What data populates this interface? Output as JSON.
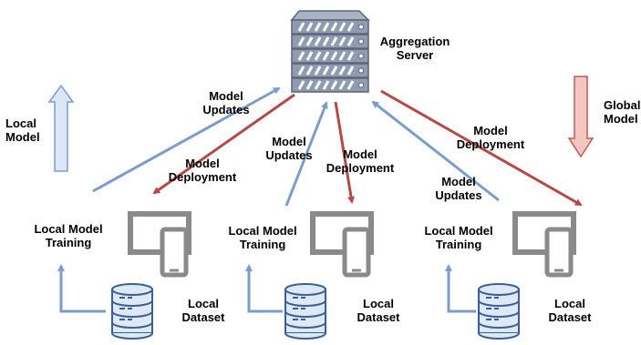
{
  "colors": {
    "upload": "#7b9dcc",
    "deploy": "#b34a44",
    "device": "#8a8a8a",
    "db_fill": "#dfe9f5",
    "db_stroke": "#3a5f95",
    "server_fill": "#8f9bb0",
    "server_dark": "#5b6679",
    "local_model_arrow_fill": "#dbe7f7",
    "global_model_arrow_fill": "#f3c6c3"
  },
  "icons": {
    "server": "server-rack-icon",
    "device": "desktop-and-phone-icon",
    "database": "database-icon"
  },
  "labels": {
    "aggregation_server": [
      "Aggregation",
      "Server"
    ],
    "local_model_legend": [
      "Local",
      "Model"
    ],
    "global_model_legend": [
      "Global",
      "Model"
    ],
    "updates_1": [
      "Model",
      "Updates"
    ],
    "deploy_1": [
      "Model",
      "Deployment"
    ],
    "updates_2": [
      "Model",
      "Updates"
    ],
    "deploy_2": [
      "Model",
      "Deployment"
    ],
    "deploy_3": [
      "Model",
      "Deployment"
    ],
    "updates_3": [
      "Model",
      "Updates"
    ],
    "clients": [
      {
        "training": [
          "Local Model",
          "Training"
        ],
        "dataset": [
          "Local",
          "Dataset"
        ]
      },
      {
        "training": [
          "Local Model",
          "Training"
        ],
        "dataset": [
          "Local",
          "Dataset"
        ]
      },
      {
        "training": [
          "Local Model",
          "Training"
        ],
        "dataset": [
          "Local",
          "Dataset"
        ]
      }
    ]
  }
}
